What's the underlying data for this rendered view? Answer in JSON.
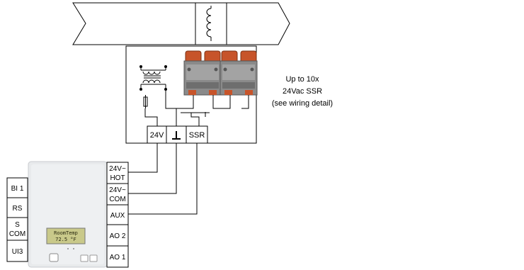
{
  "note": {
    "line1": "Up to 10x",
    "line2": "24Vac SSR",
    "line3": "(see wiring detail)"
  },
  "panel_terminals": {
    "t24v": "24V",
    "ground": "⊥",
    "ssr": "SSR"
  },
  "controller_left": {
    "bi1": "BI 1",
    "rs": "RS",
    "scom_1": "S",
    "scom_2": "COM",
    "ui3": "UI3"
  },
  "controller_right": {
    "hot_1": "24V~",
    "hot_2": "HOT",
    "com_1": "24V~",
    "com_2": "COM",
    "aux": "AUX",
    "ao2": "AO 2",
    "ao1": "AO 1"
  },
  "display": {
    "line1": "RoomTemp",
    "line2": "72.5 °F"
  },
  "colors": {
    "line": "#000000",
    "ssr_body": "#8a8a8a",
    "ssr_terminal": "#c7542a",
    "controller_body": "#e6e8ea",
    "lcd": "#c9c98a"
  }
}
